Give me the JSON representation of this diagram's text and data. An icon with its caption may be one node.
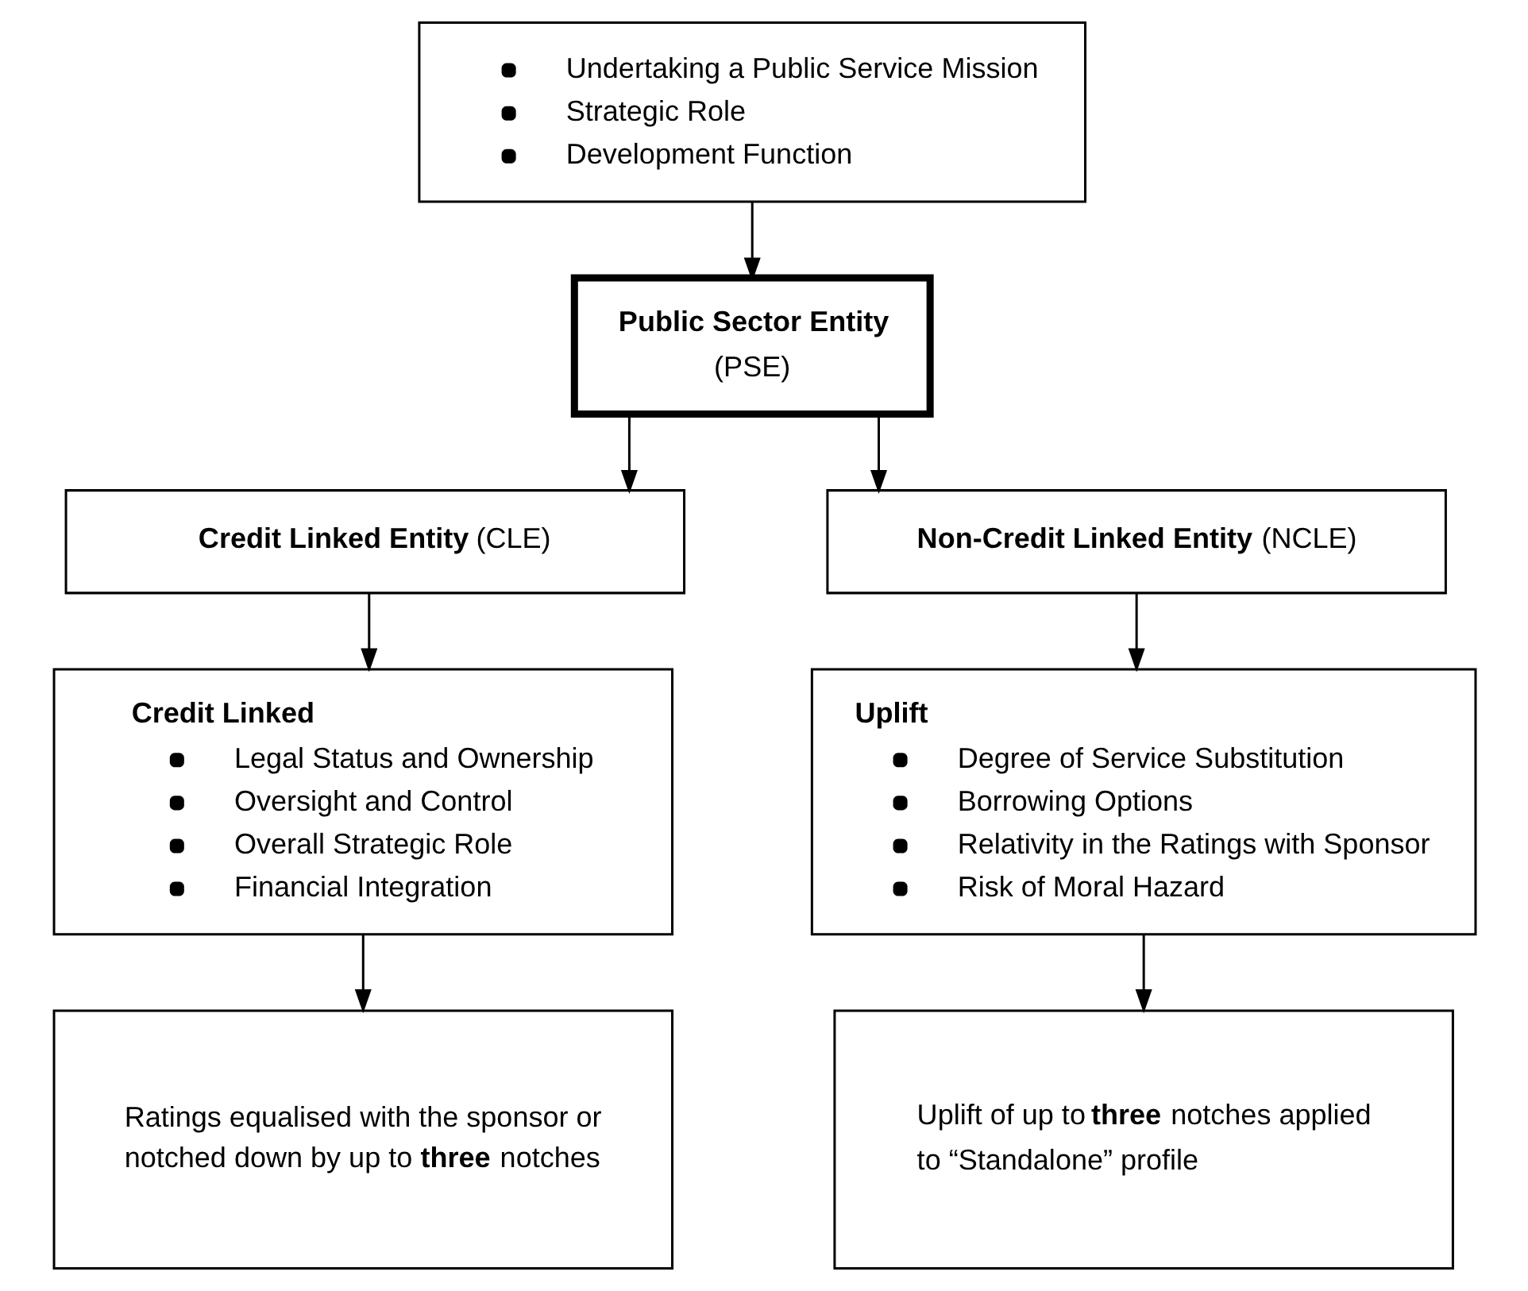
{
  "diagram": {
    "nodes": [
      {
        "text": [
          "Undertaking a Public Service Mission",
          "Strategic Role",
          "Development Function"
        ]
      },
      {
        "text": [
          "**Public Sector Entity** (PSE)"
        ]
      },
      {
        "text": [
          "**Credit Linked Entity** (CLE)"
        ]
      },
      {
        "text": [
          "**Non-Credit Linked Entity** (NCLE)"
        ]
      },
      {
        "text": [
          "Credit Linked",
          "Legal Status and Ownership",
          "Oversight and Control",
          "Overall Strategic Role",
          "Financial Integration"
        ]
      },
      {
        "text": [
          "Uplift",
          "Degree of Service Substitution",
          "Borrowing Options",
          "Relativity in the Ratings with Sponsor",
          "Risk of Moral Hazard"
        ]
      },
      {
        "text": [
          "Ratings equalised with the sponsor or notched down by up to **three** notches"
        ]
      },
      {
        "text": [
          "Uplift of up to **three** notches applied to “Standalone” profile"
        ]
      }
    ],
    "edges": [
      {
        "from": 0,
        "to": 1,
        "arrow": "to"
      },
      {
        "from": 1,
        "to": 2,
        "arrow": "to"
      },
      {
        "from": 1,
        "to": 3,
        "arrow": "to"
      },
      {
        "from": 2,
        "to": 4,
        "arrow": "to"
      },
      {
        "from": 3,
        "to": 5,
        "arrow": "to"
      },
      {
        "from": 4,
        "to": 6,
        "arrow": "to"
      },
      {
        "from": 5,
        "to": 7,
        "arrow": "to"
      }
    ]
  }
}
